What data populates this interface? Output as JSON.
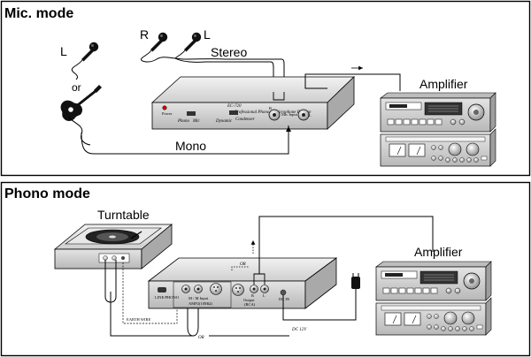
{
  "panels": {
    "mic": {
      "title": "Mic. mode",
      "label_l1": "L",
      "label_or": "or",
      "label_r": "R",
      "label_l2": "L",
      "stereo": "Stereo",
      "mono": "Mono",
      "amplifier": "Amplifier",
      "preamp": {
        "model": "EC-720",
        "name": "Professional Phono & microphone Preamp",
        "power": "Power",
        "phono": "Phono",
        "mic": "Mic",
        "dynamic": "Dynamic",
        "condenser": "Condenser",
        "mic_input": "Mic Input",
        "r": "R",
        "l": "L"
      }
    },
    "phono": {
      "title": "Phono mode",
      "turntable": "Turntable",
      "amplifier": "Amplifier",
      "earth_wire": "EARTH WIRE",
      "or1": "OR",
      "or2": "OR",
      "dc": "DC 12V",
      "rear": {
        "switch": "LINE/PHONO",
        "mm_input": "M / M Input",
        "mm_sub": "AMP2(10MΩ)",
        "output": "Output",
        "output_sub": "(RCA)",
        "r": "R",
        "l": "L",
        "dcin": "DC IN"
      }
    }
  },
  "colors": {
    "line": "#000000",
    "device": "#d6d6d6",
    "device_dark": "#a9a9a9",
    "power_led": "#cc0000"
  }
}
